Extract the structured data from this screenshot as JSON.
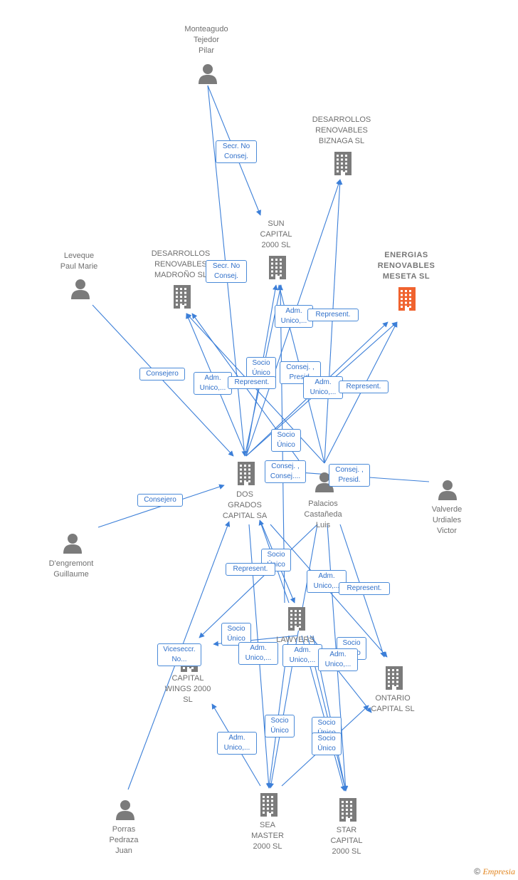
{
  "nodes": {
    "monteagudo": {
      "label": "Monteagudo\nTejedor\nPilar",
      "kind": "person"
    },
    "biznaga": {
      "label": "DESARROLLOS\nRENOVABLES\nBIZNAGA  SL",
      "kind": "company"
    },
    "sun_capital": {
      "label": "SUN\nCAPITAL\n2000  SL",
      "kind": "company"
    },
    "leveque": {
      "label": "Leveque\nPaul Marie",
      "kind": "person"
    },
    "madrono": {
      "label": "DESARROLLOS\nRENOVABLES\nMADROÑO  SL",
      "kind": "company"
    },
    "energias": {
      "label": "ENERGIAS\nRENOVABLES\nMESETA  SL",
      "kind": "company-main"
    },
    "dos_grados": {
      "label": "DOS\nGRADOS\nCAPITAL SA",
      "kind": "company"
    },
    "palacios": {
      "label": "Palacios\nCastañeda\nLuis",
      "kind": "person"
    },
    "valverde": {
      "label": "Valverde\nUrdiales\nVictor",
      "kind": "person"
    },
    "dengremont": {
      "label": "D'engremont\nGuillaume",
      "kind": "person"
    },
    "lawyers": {
      "label": "LAWYERS",
      "kind": "company"
    },
    "capital_wings": {
      "label": "CAPITAL\nWINGS 2000\nSL",
      "kind": "company"
    },
    "ontario": {
      "label": "ONTARIO\nCAPITAL  SL",
      "kind": "company"
    },
    "porras": {
      "label": "Porras\nPedraza\nJuan",
      "kind": "person"
    },
    "sea_master": {
      "label": "SEA\nMASTER\n2000  SL",
      "kind": "company"
    },
    "star_capital": {
      "label": "STAR\nCAPITAL\n2000  SL",
      "kind": "company"
    }
  },
  "edge_labels": [
    {
      "id": "l1",
      "text": "Secr.  No\nConsej."
    },
    {
      "id": "l2",
      "text": "Secr.  No\nConsej."
    },
    {
      "id": "l3",
      "text": "Adm.\nUnico,..."
    },
    {
      "id": "l4",
      "text": "Represent."
    },
    {
      "id": "l5",
      "text": "Consejero"
    },
    {
      "id": "l6",
      "text": "Adm.\nUnico,..."
    },
    {
      "id": "l7",
      "text": "Socio\nÚnico"
    },
    {
      "id": "l8",
      "text": "Represent."
    },
    {
      "id": "l9",
      "text": "Consej. ,\nPresid."
    },
    {
      "id": "l10",
      "text": "Adm.\nUnico,..."
    },
    {
      "id": "l11",
      "text": "Represent."
    },
    {
      "id": "l12",
      "text": "Socio\nÚnico"
    },
    {
      "id": "l13",
      "text": "Consej. ,\nConsej...."
    },
    {
      "id": "l14",
      "text": "Consej. ,\nPresid."
    },
    {
      "id": "l15",
      "text": "Consejero"
    },
    {
      "id": "l16",
      "text": "Socio\nÚnico"
    },
    {
      "id": "l17",
      "text": "Represent."
    },
    {
      "id": "l18",
      "text": "Adm.\nUnico,..."
    },
    {
      "id": "l19",
      "text": "Represent."
    },
    {
      "id": "l20",
      "text": "Socio\nÚnico"
    },
    {
      "id": "l21",
      "text": "Viceseccr.\nNo..."
    },
    {
      "id": "l22",
      "text": "Adm.\nUnico,..."
    },
    {
      "id": "l23",
      "text": "Adm.\nUnico,..."
    },
    {
      "id": "l24",
      "text": "Socio\nÚnico"
    },
    {
      "id": "l25",
      "text": "Adm.\nUnico,..."
    },
    {
      "id": "l26",
      "text": "Adm.\nUnico,..."
    },
    {
      "id": "l27",
      "text": "Socio\nÚnico"
    },
    {
      "id": "l28",
      "text": "Socio\nÚnico"
    },
    {
      "id": "l29",
      "text": "Socio\nÚnico"
    }
  ],
  "colors": {
    "edge": "#3c7fd8",
    "label_text": "#2f6fc9",
    "icon": "#7b7b7b",
    "main_icon": "#f0632f"
  },
  "footer": {
    "copyright": "©",
    "brand": "Empresia"
  }
}
